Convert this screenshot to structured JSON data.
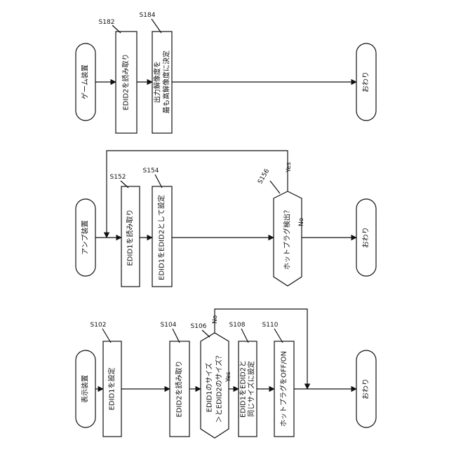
{
  "flows": [
    {
      "terminal_start": "ゲーム装置",
      "terminal_end": "おわり",
      "steps": [
        {
          "label": "S182",
          "text": [
            "EDID2を読み取り"
          ]
        },
        {
          "label": "S184",
          "text": [
            "出力解像度を",
            "最も高解像度に決定"
          ]
        }
      ]
    },
    {
      "terminal_start": "アンプ装置",
      "terminal_end": "おわり",
      "steps": [
        {
          "label": "S152",
          "text": [
            "EDID1を読み取り"
          ]
        },
        {
          "label": "S154",
          "text": [
            "EDID1をEDID2として設定"
          ]
        }
      ],
      "decision": {
        "label": "S156",
        "text": [
          "ホットプラグ検出？"
        ],
        "yes": "Yes",
        "no": "No"
      }
    },
    {
      "terminal_start": "表示装置",
      "terminal_end": "おわり",
      "steps": [
        {
          "label": "S102",
          "text": [
            "EDID1を設定"
          ]
        },
        {
          "label": "S104",
          "text": [
            "EDID2を読み取り"
          ]
        },
        {
          "label": "S108",
          "text": [
            "EDID1をEDID2と",
            "同じサイズに設定"
          ]
        },
        {
          "label": "S110",
          "text": [
            "ホットプラグをOFF/ON"
          ]
        }
      ],
      "decision": {
        "label": "S106",
        "text": [
          "EDID1のサイズ",
          "＞とEDID2のサイズ？"
        ],
        "yes": "Yes",
        "no": "No"
      }
    }
  ]
}
